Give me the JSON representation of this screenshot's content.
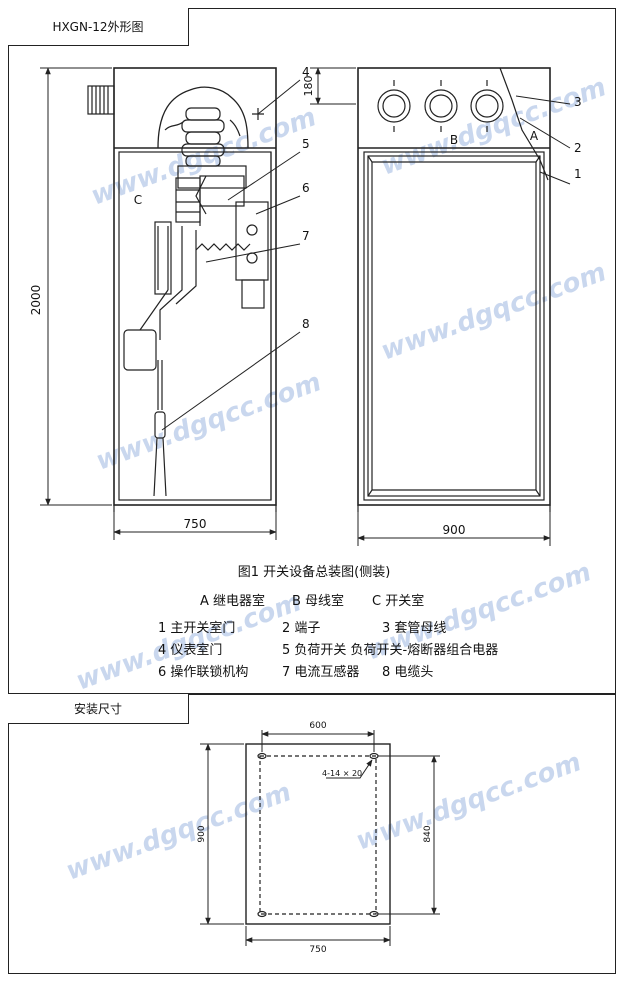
{
  "panel_top": {
    "tab_title": "HXGN-12外形图",
    "dims": {
      "height": "2000",
      "top_height": "180",
      "width_side": "750",
      "width_front": "900"
    },
    "callouts": [
      "4",
      "5",
      "6",
      "7",
      "8",
      "3",
      "2",
      "1"
    ],
    "zone_labels": {
      "c": "C",
      "b": "B",
      "a": "A"
    },
    "caption": "图1  开关设备总装图(侧装)",
    "legend_zones": [
      "A 继电器室",
      "B 母线室",
      "C 开关室"
    ],
    "legend_items": [
      [
        "1  主开关室门",
        "2  端子",
        "3  套管母线"
      ],
      [
        "4  仪表室门",
        "5  负荷开关  负荷开关-熔断器组合电器",
        ""
      ],
      [
        "6  操作联锁机构",
        "7  电流互感器",
        "8  电缆头"
      ]
    ]
  },
  "panel_bottom": {
    "tab_title": "安装尺寸",
    "dims": {
      "top": "600",
      "hole_spec": "4-14 × 20",
      "left": "900",
      "right": "840",
      "bottom": "750"
    }
  },
  "watermark": "www.dgqcc.com"
}
